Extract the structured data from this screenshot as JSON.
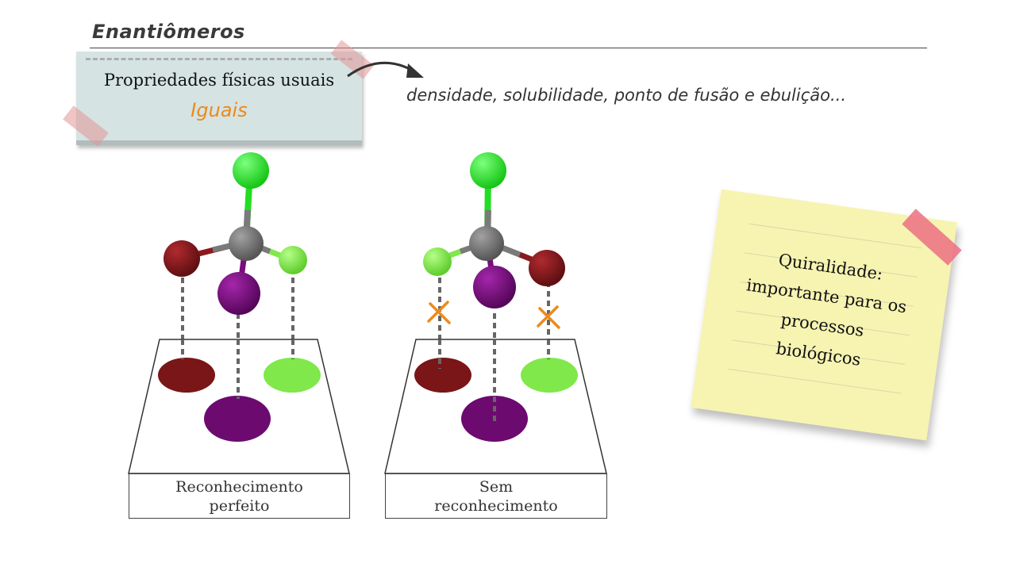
{
  "header": {
    "title": "Enantiômeros"
  },
  "card": {
    "line1": "Propriedades físicas usuais",
    "line2": "Iguais"
  },
  "properties_text": "densidade, solubilidade, ponto de fusão e ebulição...",
  "diagrams": [
    {
      "caption_line1": "Reconhecimento",
      "caption_line2": "perfeito",
      "match": true
    },
    {
      "caption_line1": "Sem",
      "caption_line2": "reconhecimento",
      "match": false
    }
  ],
  "note": {
    "lines": [
      "Quiralidade:",
      "importante para os",
      "processos",
      "biológicos"
    ]
  },
  "colors": {
    "accent_orange": "#ec8a1c",
    "atom_top_green": "#22dd22",
    "atom_dark_red": "#7a1518",
    "atom_light_green": "#80e84a",
    "atom_purple": "#6c0a70",
    "atom_carbon": "#707070"
  },
  "icons": {
    "arrow": "curved-arrow-icon",
    "cross": "cross-mark-icon"
  }
}
